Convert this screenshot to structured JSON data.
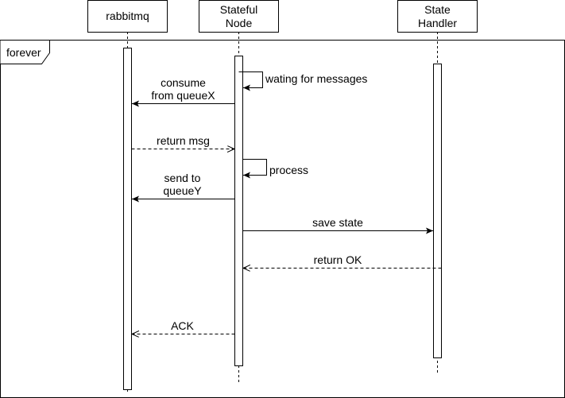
{
  "diagram": {
    "type": "sequence",
    "frame_label": "forever",
    "participants": [
      {
        "id": "rabbitmq",
        "lines": [
          "rabbitmq"
        ]
      },
      {
        "id": "stateful-node",
        "lines": [
          "Stateful",
          "Node"
        ]
      },
      {
        "id": "state-handler",
        "lines": [
          "State",
          "Handler"
        ]
      }
    ],
    "messages": [
      {
        "id": "consume",
        "from": "stateful-node",
        "to": "rabbitmq",
        "style": "solid",
        "lines": [
          "consume",
          "from queueX"
        ]
      },
      {
        "id": "self-wait",
        "from": "stateful-node",
        "to": "stateful-node",
        "style": "self",
        "lines": [
          "wating for messages"
        ]
      },
      {
        "id": "return-msg",
        "from": "rabbitmq",
        "to": "stateful-node",
        "style": "dashed",
        "lines": [
          "return msg"
        ]
      },
      {
        "id": "self-process",
        "from": "stateful-node",
        "to": "stateful-node",
        "style": "self",
        "lines": [
          "process"
        ]
      },
      {
        "id": "send",
        "from": "stateful-node",
        "to": "rabbitmq",
        "style": "solid",
        "lines": [
          "send to",
          "queueY"
        ]
      },
      {
        "id": "save-state",
        "from": "stateful-node",
        "to": "state-handler",
        "style": "solid",
        "lines": [
          "save state"
        ]
      },
      {
        "id": "return-ok",
        "from": "state-handler",
        "to": "stateful-node",
        "style": "dashed",
        "lines": [
          "return OK"
        ]
      },
      {
        "id": "ack",
        "from": "stateful-node",
        "to": "rabbitmq",
        "style": "dashed",
        "lines": [
          "ACK"
        ]
      }
    ]
  },
  "colors": {
    "stroke": "#000000",
    "fill": "#ffffff",
    "text": "#000000"
  }
}
